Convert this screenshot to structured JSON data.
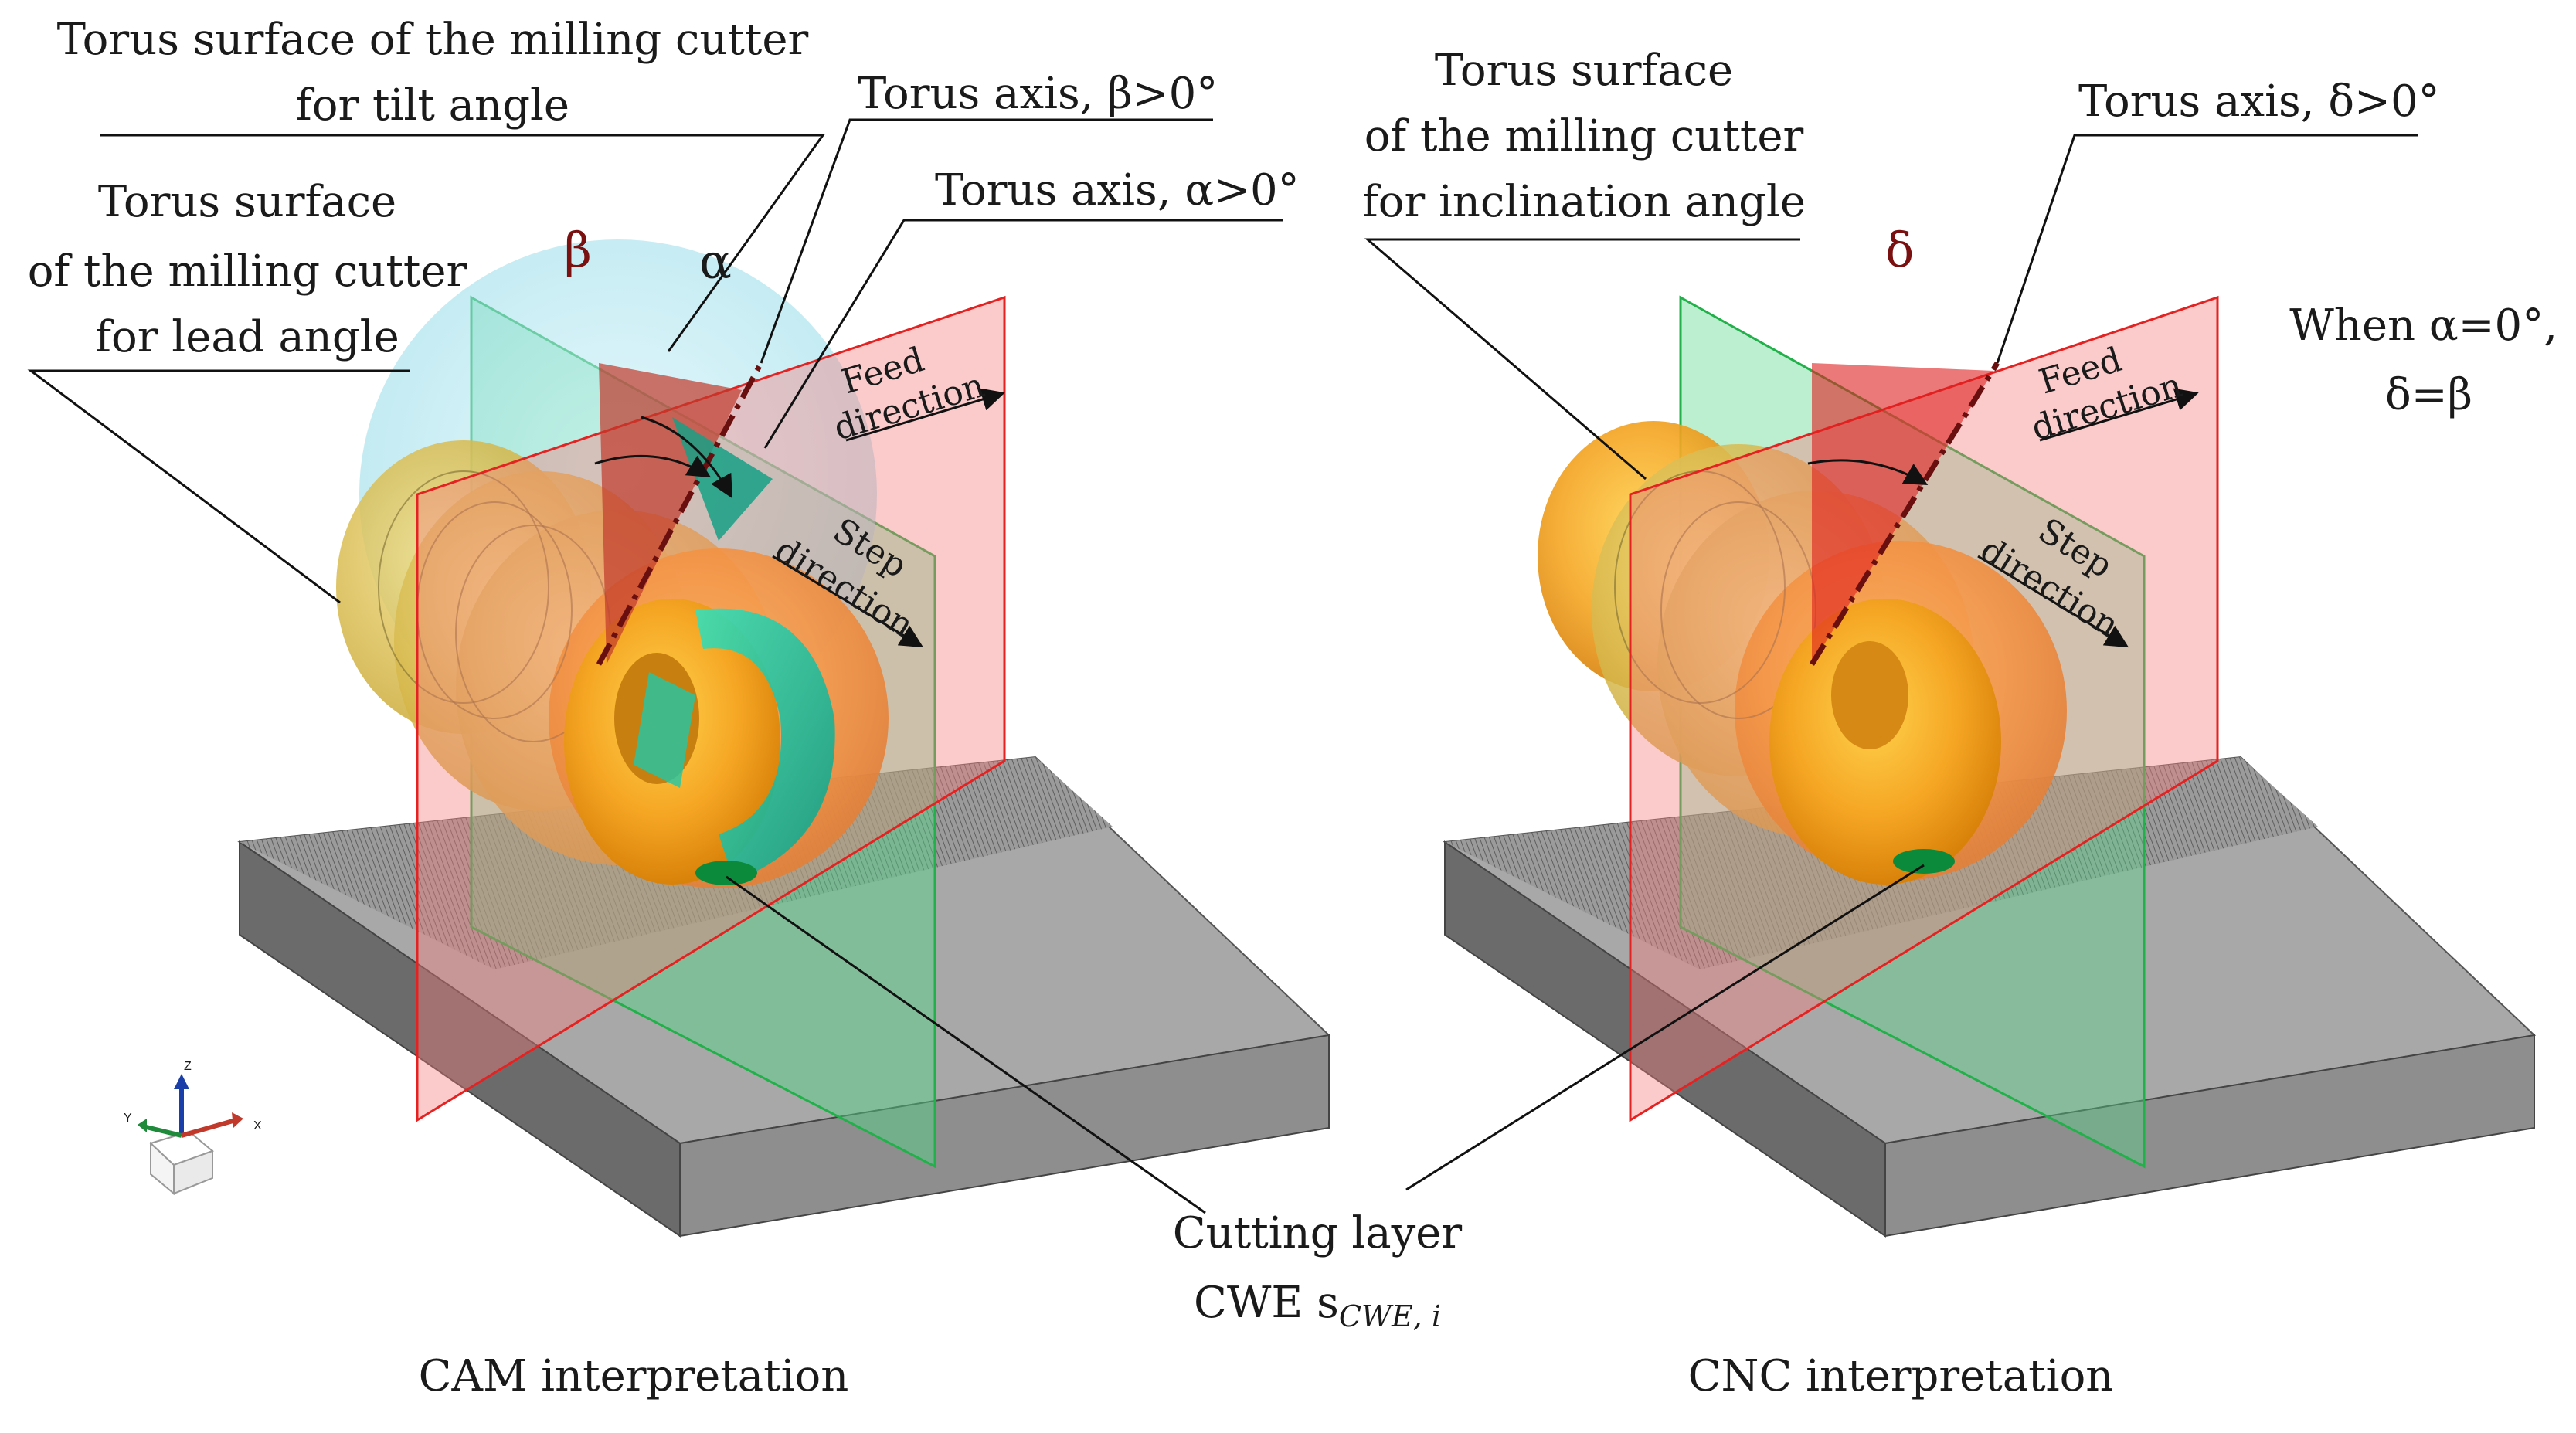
{
  "left_panel": {
    "caption": "CAM interpretation",
    "label_tilt_line1": "Torus surface of the milling cutter",
    "label_tilt_line2": "for tilt angle",
    "label_lead_line1": "Torus surface",
    "label_lead_line2": "of the milling cutter",
    "label_lead_line3": "for lead angle",
    "label_axis_beta": "Torus axis, β>0°",
    "label_axis_alpha": "Torus axis, α>0°",
    "greek_beta": "β",
    "greek_alpha": "α",
    "feed_line1": "Feed",
    "feed_line2": "direction",
    "step_line1": "Step",
    "step_line2": "direction",
    "coord_z": "Z",
    "coord_y": "Y",
    "coord_x": "X"
  },
  "right_panel": {
    "caption": "CNC interpretation",
    "label_incl_line1": "Torus surface",
    "label_incl_line2": "of the milling cutter",
    "label_incl_line3": "for inclination angle",
    "label_axis_delta": "Torus axis, δ>0°",
    "greek_delta": "δ",
    "feed_line1": "Feed",
    "feed_line2": "direction",
    "step_line1": "Step",
    "step_line2": "direction",
    "note_line1": "When α=0°,",
    "note_line2": "δ=β"
  },
  "center": {
    "cutting_line1": "Cutting layer",
    "cutting_line2": "CWE s",
    "cutting_subscript": "CWE, i"
  },
  "colors": {
    "block_top": "#a6a6a6",
    "block_left": "#6b6b6b",
    "block_right": "#8a8a8a",
    "plane_red": "#f47c7c",
    "plane_green": "#55d68a",
    "torus_orange": "#f5a623",
    "torus_yellow": "#e8c547",
    "torus_cyan": "#9fe3f0",
    "torus_teal": "#1fc8a8",
    "axis_dark": "#6a0f0f"
  }
}
